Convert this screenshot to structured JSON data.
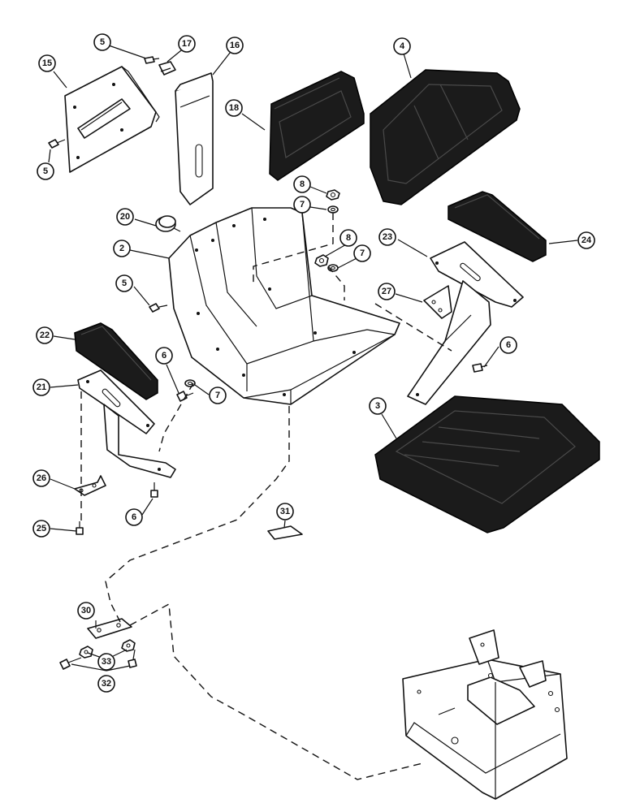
{
  "callouts": [
    {
      "id": "c5a",
      "label": "5"
    },
    {
      "id": "c17",
      "label": "17"
    },
    {
      "id": "c16",
      "label": "16"
    },
    {
      "id": "c15",
      "label": "15"
    },
    {
      "id": "c5b",
      "label": "5"
    },
    {
      "id": "c18",
      "label": "18"
    },
    {
      "id": "c4",
      "label": "4"
    },
    {
      "id": "c8a",
      "label": "8"
    },
    {
      "id": "c7a",
      "label": "7"
    },
    {
      "id": "c20",
      "label": "20"
    },
    {
      "id": "c2",
      "label": "2"
    },
    {
      "id": "c8b",
      "label": "8"
    },
    {
      "id": "c7b",
      "label": "7"
    },
    {
      "id": "c23",
      "label": "23"
    },
    {
      "id": "c24",
      "label": "24"
    },
    {
      "id": "c5c",
      "label": "5"
    },
    {
      "id": "c27",
      "label": "27"
    },
    {
      "id": "c22",
      "label": "22"
    },
    {
      "id": "c6a",
      "label": "6"
    },
    {
      "id": "c6b",
      "label": "6"
    },
    {
      "id": "c21",
      "label": "21"
    },
    {
      "id": "c7c",
      "label": "7"
    },
    {
      "id": "c3",
      "label": "3"
    },
    {
      "id": "c26",
      "label": "26"
    },
    {
      "id": "c6c",
      "label": "6"
    },
    {
      "id": "c25",
      "label": "25"
    },
    {
      "id": "c31",
      "label": "31"
    },
    {
      "id": "c30",
      "label": "30"
    },
    {
      "id": "c33",
      "label": "33"
    },
    {
      "id": "c32",
      "label": "32"
    }
  ]
}
